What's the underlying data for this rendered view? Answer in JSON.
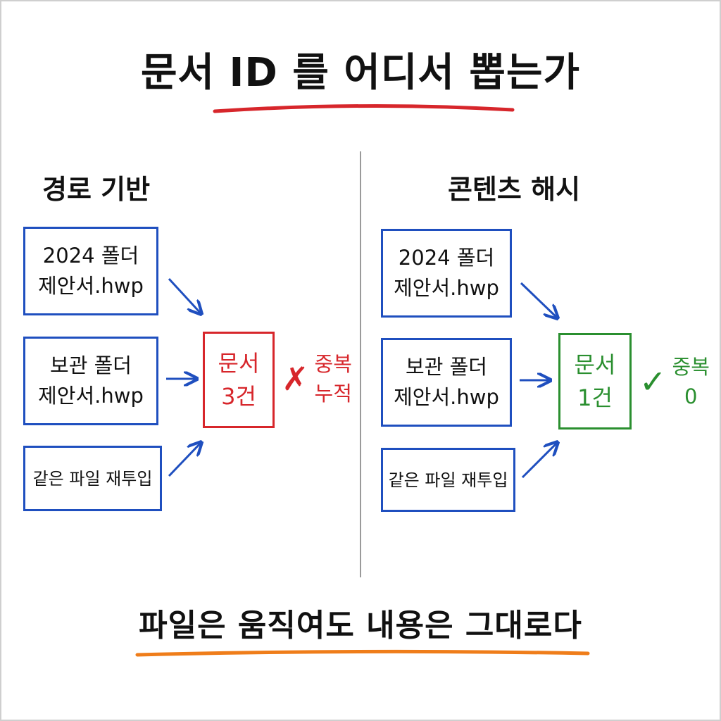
{
  "title": "문서 ID 를 어디서 뽑는가",
  "footer": "파일은 움직여도 내용은 그대로다",
  "colors": {
    "box_blue": "#1f4fbf",
    "bad_red": "#d7262b",
    "good_green": "#2a8f2f",
    "title_underline": "#d7262b",
    "footer_underline": "#ef7d1a",
    "divider": "#9a9a9a"
  },
  "left": {
    "heading": "경로 기반",
    "inputs": [
      {
        "line1": "2024 폴더",
        "line2": "제안서.hwp"
      },
      {
        "line1": "보관 폴더",
        "line2": "제안서.hwp"
      },
      {
        "line1": "같은 파일 재투입"
      }
    ],
    "result": {
      "line1": "문서",
      "line2": "3건"
    },
    "verdict": {
      "icon": "cross-icon",
      "symbol": "✗",
      "line1": "중복",
      "line2": "누적"
    }
  },
  "right": {
    "heading": "콘텐츠 해시",
    "inputs": [
      {
        "line1": "2024 폴더",
        "line2": "제안서.hwp"
      },
      {
        "line1": "보관 폴더",
        "line2": "제안서.hwp"
      },
      {
        "line1": "같은 파일 재투입"
      }
    ],
    "result": {
      "line1": "문서",
      "line2": "1건"
    },
    "verdict": {
      "icon": "check-icon",
      "symbol": "✓",
      "line1": "중복",
      "line2": "0"
    }
  }
}
